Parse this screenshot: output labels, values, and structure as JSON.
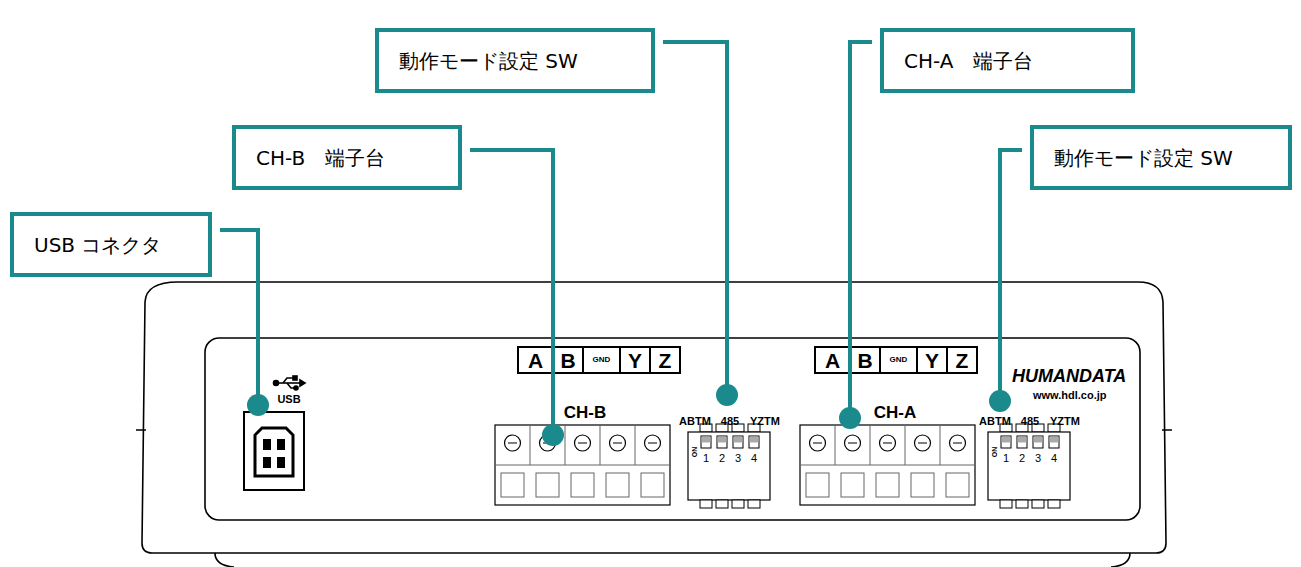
{
  "diagram": {
    "nodes": [
      {
        "text": [
          "動作モード設定 SW"
        ]
      },
      {
        "text": [
          "CH-A　端子台"
        ]
      },
      {
        "text": [
          "CH-B　端子台"
        ]
      },
      {
        "text": [
          "動作モード設定 SW"
        ]
      },
      {
        "text": [
          "USB コネクタ"
        ]
      }
    ],
    "labels": [
      "USB",
      "A",
      "B",
      "GND",
      "Y",
      "Z",
      "CH-B",
      "ABTM",
      "485",
      "YZTM",
      "ON",
      "1",
      "2",
      "3",
      "4",
      "A",
      "B",
      "GND",
      "Y",
      "Z",
      "CH-A",
      "HUMANDATA",
      "www.hdl.co.jp",
      "ABTM",
      "485",
      "YZTM",
      "ON",
      "1",
      "2",
      "3",
      "4"
    ]
  }
}
